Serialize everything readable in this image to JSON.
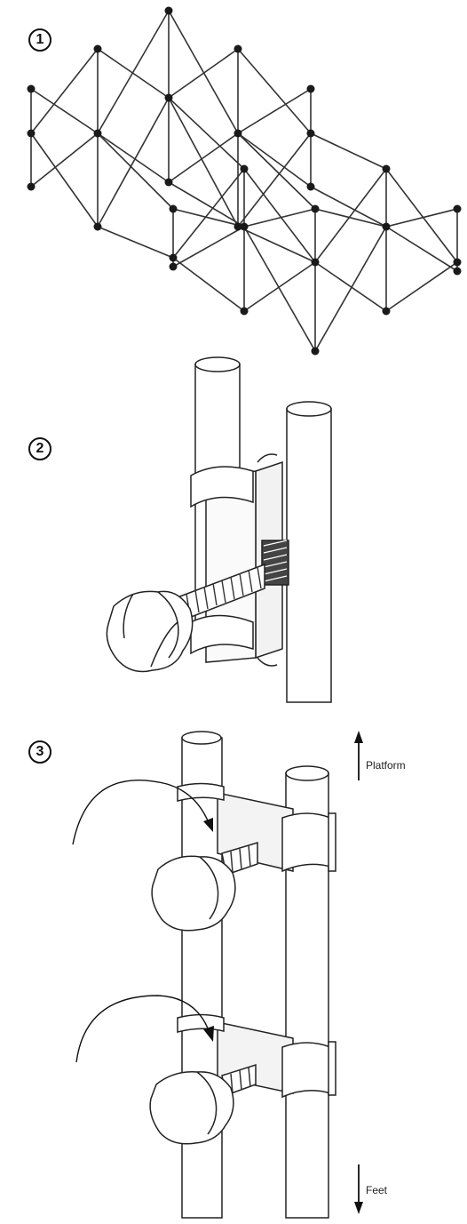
{
  "steps": [
    {
      "number": "1"
    },
    {
      "number": "2"
    },
    {
      "number": "3"
    }
  ],
  "directions": {
    "up_label": "Platform",
    "down_label": "Feet"
  }
}
